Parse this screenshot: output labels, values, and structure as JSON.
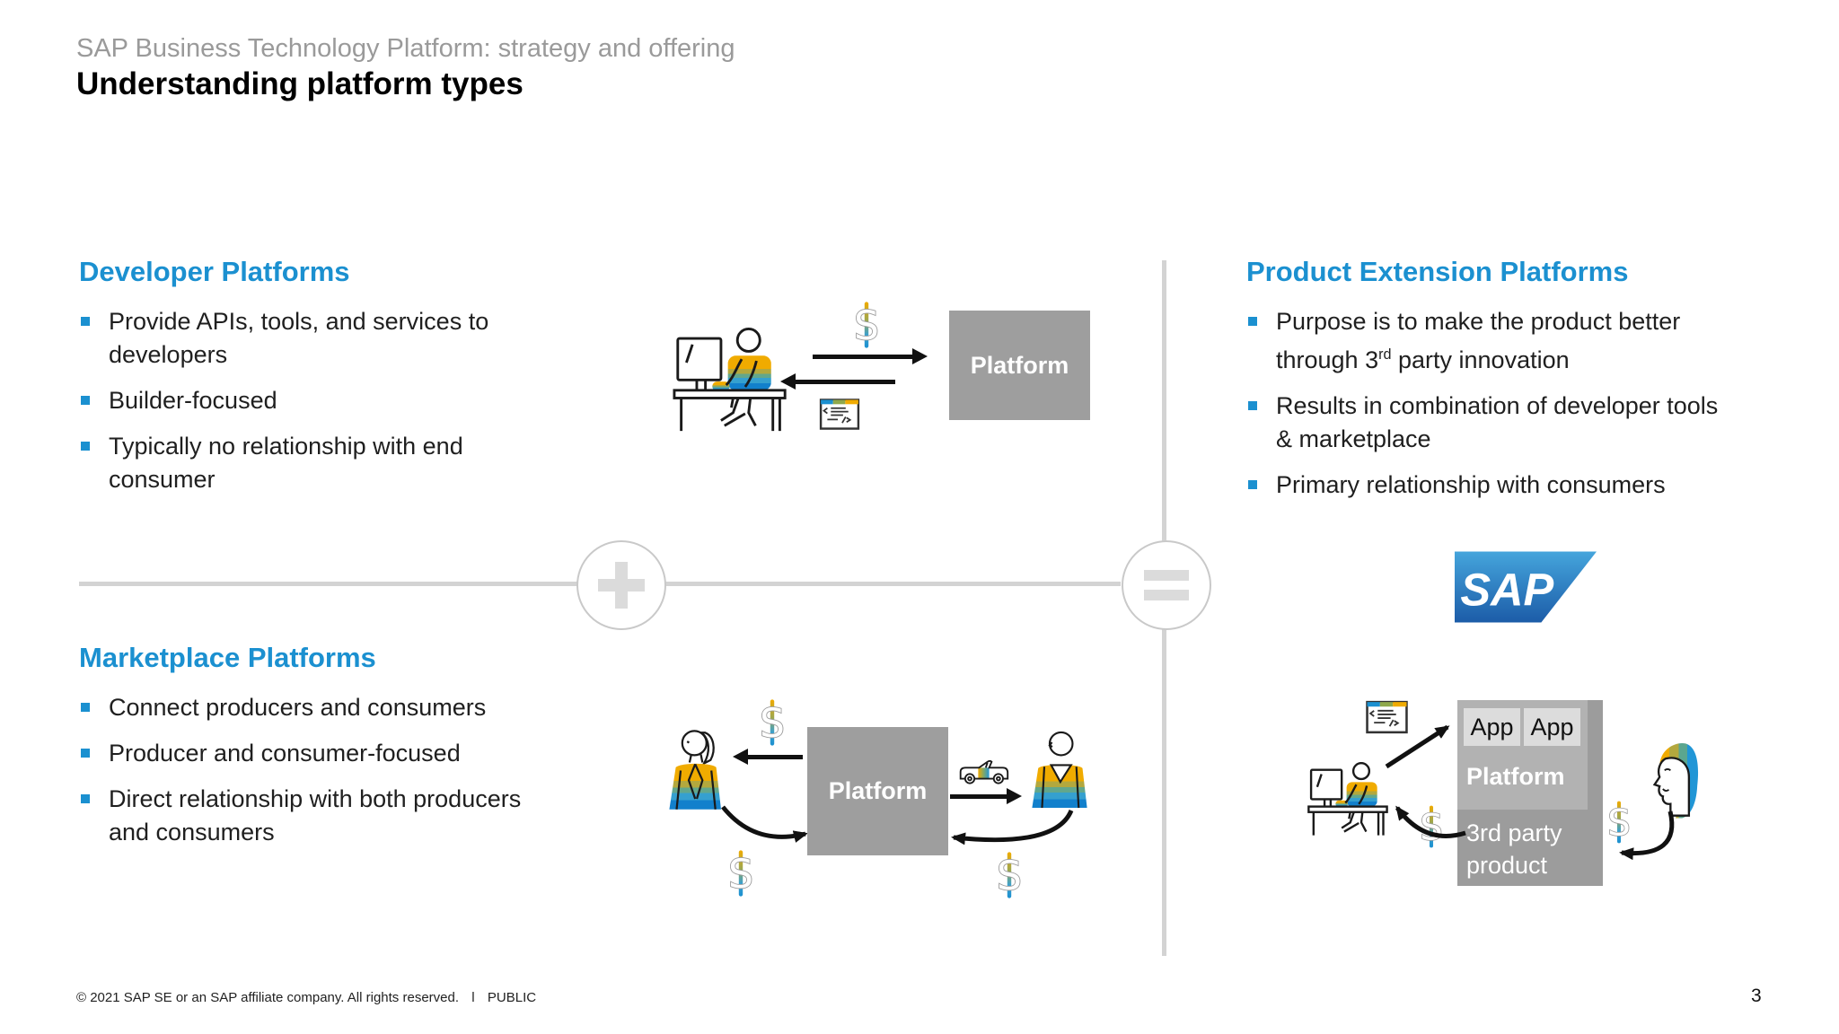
{
  "header": {
    "subtitle": "SAP Business Technology Platform: strategy and offering",
    "title": "Understanding platform types"
  },
  "sections": {
    "developer": {
      "heading": "Developer Platforms",
      "bullets": [
        {
          "line1": "Provide APIs, tools, and services to",
          "line2": "developers"
        },
        {
          "line1": "Builder-focused"
        },
        {
          "line1": "Typically no relationship with end",
          "line2": "consumer"
        }
      ]
    },
    "product_extension": {
      "heading": "Product Extension Platforms",
      "bullets": [
        {
          "line1": "Purpose is to make the product better",
          "line2_pre": "through 3",
          "line2_sup": "rd",
          "line2_post": " party innovation"
        },
        {
          "line1": "Results in combination of developer tools",
          "line2": "& marketplace"
        },
        {
          "line1": "Primary relationship with consumers"
        }
      ]
    },
    "marketplace": {
      "heading": "Marketplace Platforms",
      "bullets": [
        {
          "line1": "Connect producers and consumers"
        },
        {
          "line1": "Producer and consumer-focused"
        },
        {
          "line1": "Direct relationship with both producers",
          "line2": "and consumers"
        }
      ]
    }
  },
  "diagrams": {
    "developer_flow": {
      "platform_label": "Platform"
    },
    "marketplace_flow": {
      "platform_label": "Platform"
    },
    "extension_stack": {
      "app_labels": [
        "App",
        "App"
      ],
      "platform_label": "Platform",
      "product_line1": "3rd party",
      "product_line2": "product"
    }
  },
  "logo": {
    "text": "SAP"
  },
  "icons": {
    "dollar_letter": "S",
    "plus": "plus-in-circle",
    "equals": "equals-in-circle"
  },
  "footer": {
    "copyright": "© 2021 SAP SE or an SAP affiliate company. All rights reserved.",
    "separator": "ǀ",
    "classification": "PUBLIC",
    "page": "3"
  },
  "colors": {
    "accent_blue": "#1B90D0",
    "platform_gray": "#9E9E9E",
    "sap_gold": "#F0AB00"
  }
}
